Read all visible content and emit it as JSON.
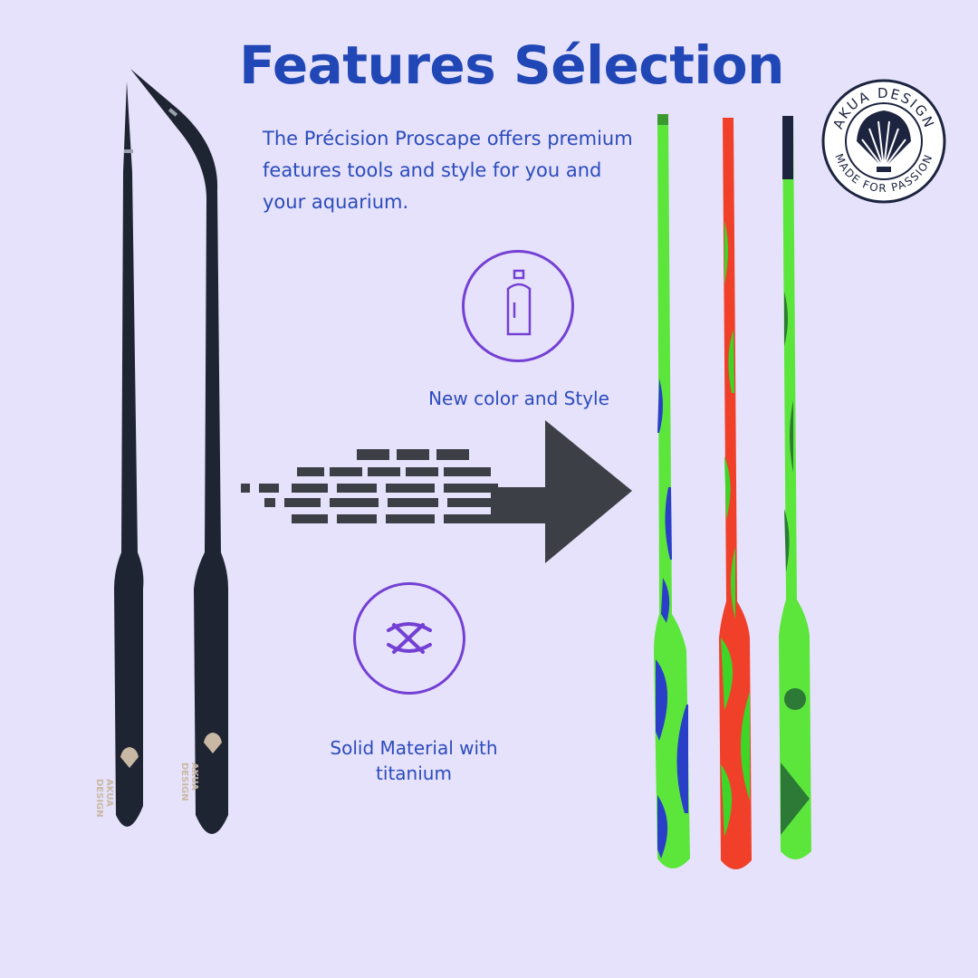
{
  "title": "Features Sélection",
  "description": "The Précision Proscape offers premium features tools and style for you and your aquarium.",
  "features": [
    {
      "icon": "spray-can-icon",
      "label": "New color and Style"
    },
    {
      "icon": "woven-fiber-icon",
      "label": "Solid Material with titanium"
    }
  ],
  "logo": {
    "brand": "AKUA DESIGN",
    "tagline": "MADE FOR PASSION"
  },
  "tool_imprint": {
    "line1": "AKUA",
    "line2": "DESIGN"
  },
  "colors": {
    "background": "#e6e2fb",
    "title": "#2147b6",
    "text": "#2b4bbd",
    "icon_ring": "#7440d4",
    "arrow": "#3c3f46",
    "tweezer_black": "#1f2433",
    "tweezer_green": "#5ce63c",
    "tweezer_red": "#f0402a",
    "pattern_blue": "#2a3fc8"
  }
}
